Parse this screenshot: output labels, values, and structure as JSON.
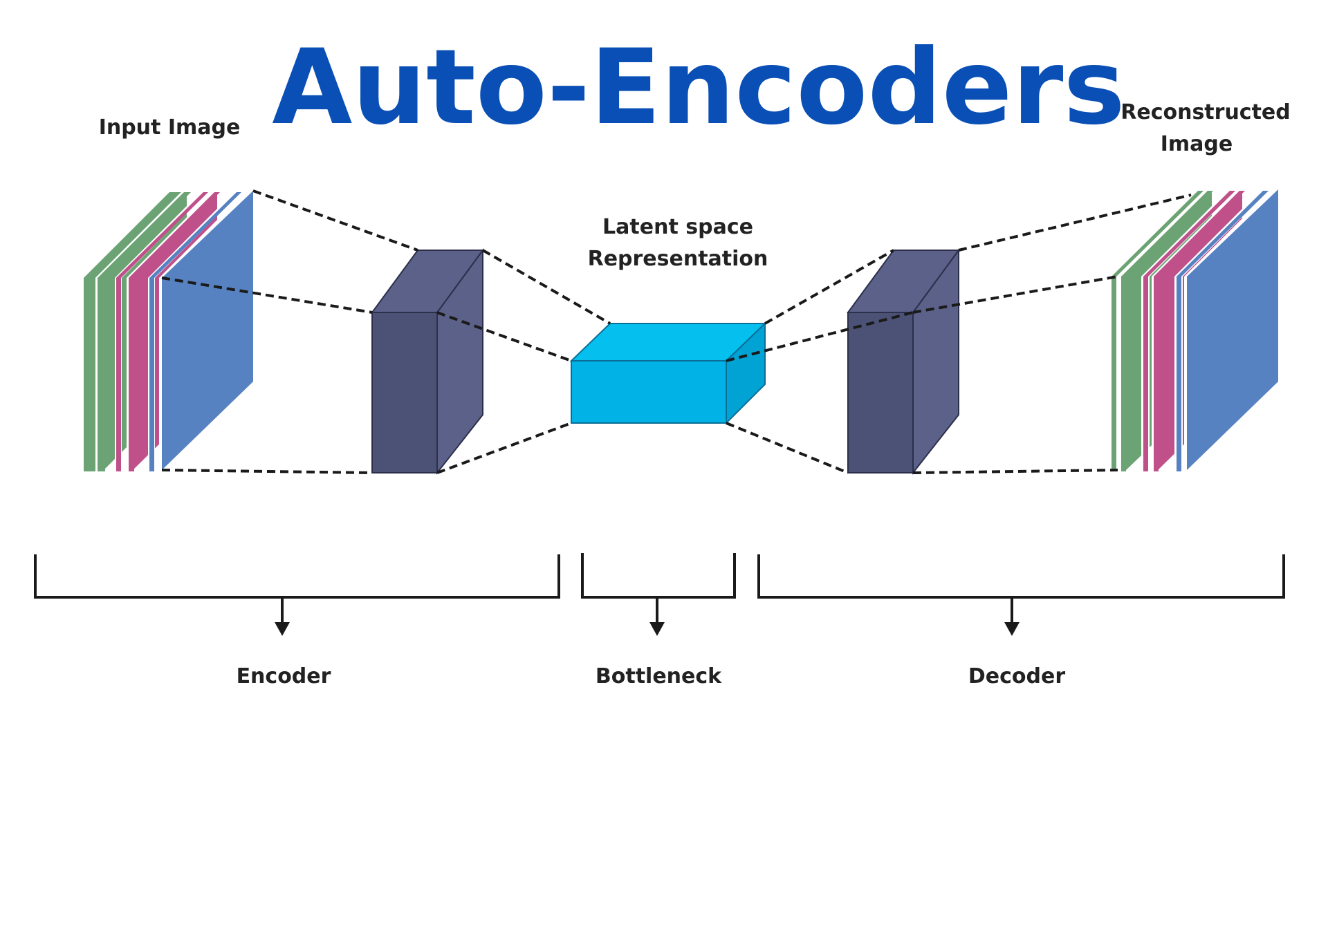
{
  "title": "Auto-Encoders",
  "labels": {
    "input": "Input Image",
    "reconstructed_line1": "Reconstructed",
    "reconstructed_line2": "Image",
    "latent_line1": "Latent space",
    "latent_line2": "Representation",
    "encoder": "Encoder",
    "bottleneck": "Bottleneck",
    "decoder": "Decoder"
  },
  "colors": {
    "title": "#0a4fb5",
    "green_channel": "#6ba374",
    "pink_channel": "#c0508a",
    "blue_channel": "#5782c2",
    "hidden_block": "#4c5275",
    "hidden_block_side": "#5c6189",
    "latent_block": "#00b2e6",
    "latent_block_top": "#05c0ef",
    "latent_block_side": "#00a3d4"
  },
  "icons": {
    "encoder_arrow": "arrow-down-icon",
    "bottleneck_arrow": "arrow-down-icon",
    "decoder_arrow": "arrow-down-icon"
  }
}
